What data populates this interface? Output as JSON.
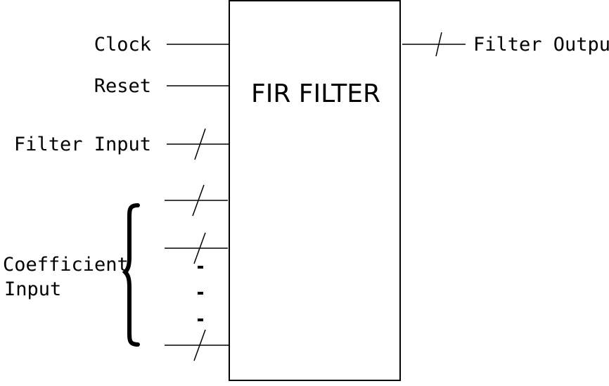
{
  "block": {
    "title": "FIR FILTER"
  },
  "inputs": {
    "clock": "Clock",
    "reset": "Reset",
    "filter_input": "Filter Input",
    "coefficient_line1": "Coefficient",
    "coefficient_line2": "Input"
  },
  "outputs": {
    "filter_output": "Filter Output"
  },
  "colors": {
    "stroke": "#000000",
    "background": "#ffffff"
  }
}
